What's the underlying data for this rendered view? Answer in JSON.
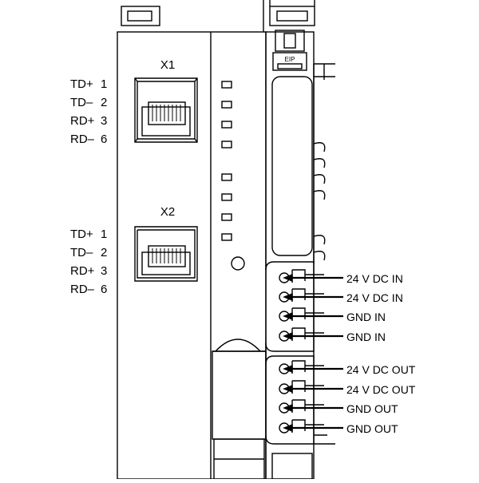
{
  "ports": [
    {
      "name": "X1",
      "pins": [
        {
          "signal": "TD+",
          "pin": "1"
        },
        {
          "signal": "TD–",
          "pin": "2"
        },
        {
          "signal": "RD+",
          "pin": "3"
        },
        {
          "signal": "RD–",
          "pin": "6"
        }
      ]
    },
    {
      "name": "X2",
      "pins": [
        {
          "signal": "TD+",
          "pin": "1"
        },
        {
          "signal": "TD–",
          "pin": "2"
        },
        {
          "signal": "RD+",
          "pin": "3"
        },
        {
          "signal": "RD–",
          "pin": "6"
        }
      ]
    }
  ],
  "module_label": "EIP",
  "terminals": [
    "24 V DC IN",
    "24 V DC IN",
    "GND IN",
    "GND IN",
    "24 V DC OUT",
    "24 V DC OUT",
    "GND OUT",
    "GND OUT"
  ]
}
